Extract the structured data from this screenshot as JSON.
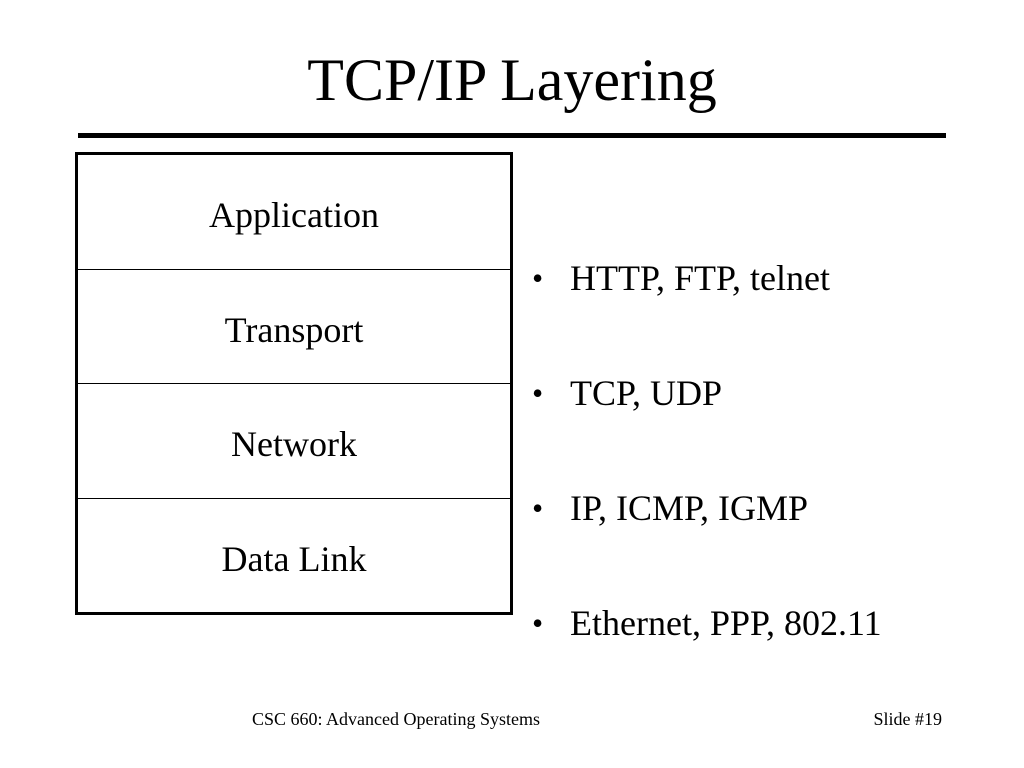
{
  "slide": {
    "title": "TCP/IP Layering"
  },
  "layers": [
    {
      "label": "Application"
    },
    {
      "label": "Transport"
    },
    {
      "label": "Network"
    },
    {
      "label": "Data Link"
    }
  ],
  "protocols": [
    {
      "bullet": "•",
      "text": "HTTP, FTP, telnet"
    },
    {
      "bullet": "•",
      "text": "TCP, UDP"
    },
    {
      "bullet": "•",
      "text": "IP, ICMP, IGMP"
    },
    {
      "bullet": "•",
      "text": "Ethernet, PPP, 802.11"
    }
  ],
  "footer": {
    "course": "CSC 660: Advanced Operating Systems",
    "slide_number": "Slide #19"
  }
}
